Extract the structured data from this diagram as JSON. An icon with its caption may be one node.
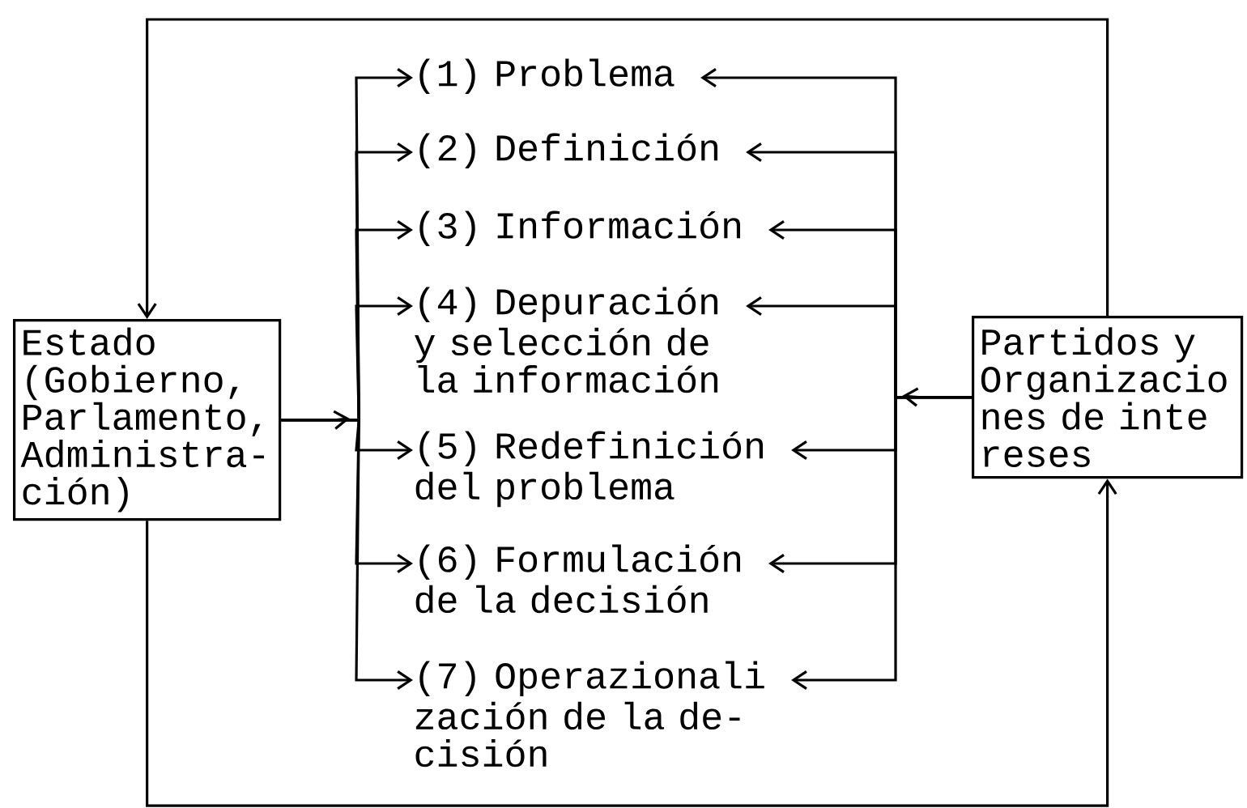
{
  "diagram": {
    "nodes": [
      {
        "text": [
          "Estado (Gobierno, Parlamento, Administra- ción)"
        ]
      },
      {
        "text": [
          "Partidos y Organizacio nes de inte reses"
        ]
      },
      {
        "text": [
          "(1) Problema"
        ]
      },
      {
        "text": [
          "(2) Definición"
        ]
      },
      {
        "text": [
          "(3) Información"
        ]
      },
      {
        "text": [
          "(4) Depuración y selección de la información"
        ]
      },
      {
        "text": [
          "(5) Redefinición del problema"
        ]
      },
      {
        "text": [
          "(6) Formulación de la decisión"
        ]
      },
      {
        "text": [
          "(7) Operazionali zación de la de- cisión"
        ]
      }
    ],
    "edges": [
      {
        "from": 1,
        "to": 0,
        "arrow": "to"
      },
      {
        "from": 0,
        "to": 1,
        "arrow": "to"
      },
      {
        "from": 0,
        "to": 2,
        "arrow": "to"
      },
      {
        "from": 0,
        "to": 3,
        "arrow": "to"
      },
      {
        "from": 0,
        "to": 4,
        "arrow": "to"
      },
      {
        "from": 0,
        "to": 5,
        "arrow": "to"
      },
      {
        "from": 0,
        "to": 6,
        "arrow": "to"
      },
      {
        "from": 0,
        "to": 7,
        "arrow": "to"
      },
      {
        "from": 0,
        "to": 8,
        "arrow": "to"
      },
      {
        "from": 1,
        "to": 2,
        "arrow": "to"
      },
      {
        "from": 1,
        "to": 3,
        "arrow": "to"
      },
      {
        "from": 1,
        "to": 4,
        "arrow": "to"
      },
      {
        "from": 1,
        "to": 5,
        "arrow": "to"
      },
      {
        "from": 1,
        "to": 6,
        "arrow": "to"
      },
      {
        "from": 1,
        "to": 7,
        "arrow": "to"
      },
      {
        "from": 1,
        "to": 8,
        "arrow": "to"
      }
    ]
  }
}
